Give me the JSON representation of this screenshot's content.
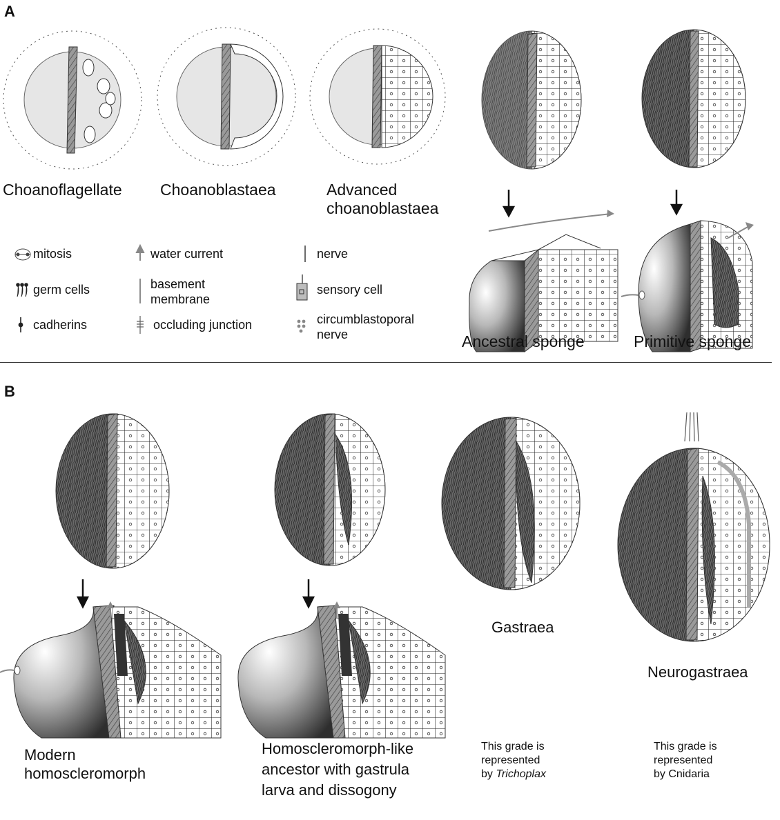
{
  "panels": {
    "a": {
      "letter": "A",
      "organisms": {
        "choanoflagellate": "Choanoflagellate",
        "choanoblastaea": "Choanoblastaea",
        "advanced_line1": "Advanced",
        "advanced_line2": "choanoblastaea",
        "ancestral_sponge": "Ancestral sponge",
        "primitive_sponge": "Primitive sponge"
      },
      "legend": {
        "mitosis": "mitosis",
        "germ_cells": "germ cells",
        "cadherins": "cadherins",
        "water_current": "water current",
        "basement_membrane_line1": "basement",
        "basement_membrane_line2": "membrane",
        "occluding_junction": "occluding junction",
        "nerve": "nerve",
        "sensory_cell": "sensory cell",
        "circumblastoporal_line1": "circumblastoporal",
        "circumblastoporal_line2": "nerve"
      }
    },
    "b": {
      "letter": "B",
      "organisms": {
        "modern_line1": "Modern",
        "modern_line2": "homoscleromorph",
        "homo_like_line1": "Homoscleromorph-like",
        "homo_like_line2": "ancestor with gastrula",
        "homo_like_line3": "larva and dissogony",
        "gastraea": "Gastraea",
        "neurogastraea": "Neurogastraea"
      },
      "notes": {
        "trichoplax_line1": "This grade is",
        "trichoplax_line2": "represented",
        "trichoplax_line3_prefix": "by ",
        "trichoplax_line3_italic": "Trichoplax",
        "cnidaria_line1": "This grade is",
        "cnidaria_line2": "represented",
        "cnidaria_line3": "by Cnidaria"
      }
    }
  }
}
